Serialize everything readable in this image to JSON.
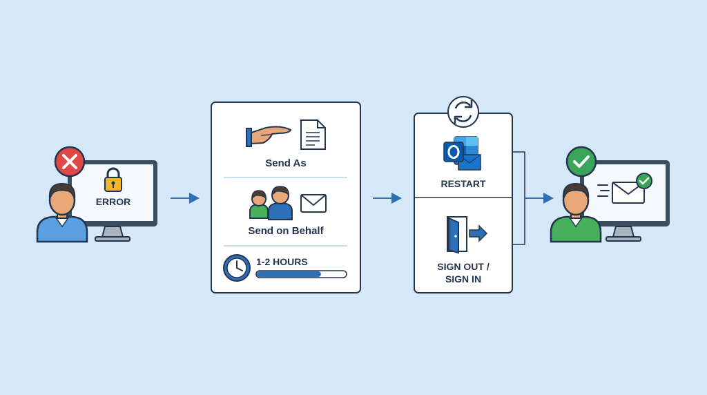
{
  "error_stage": {
    "screen_label": "ERROR"
  },
  "permissions_panel": {
    "send_as_label": "Send As",
    "send_on_behalf_label": "Send on Behalf",
    "wait_label": "1-2 HOURS",
    "wait_progress": 0.72
  },
  "refresh_panel": {
    "restart_label": "RESTART",
    "signout_line1": "SIGN OUT /",
    "signout_line2": "SIGN IN"
  },
  "colors": {
    "background": "#d4e8f8",
    "accent_blue": "#2e6fb8",
    "outline": "#22344e",
    "error_red": "#e04848",
    "success_green": "#3aa55a",
    "lock_gold": "#f2b530",
    "skin": "#e8a878",
    "hair": "#4a3e34",
    "user_blue": "#5aa0e0",
    "user_green": "#46b05a"
  },
  "icons": {
    "error_badge": "x-circle-icon",
    "lock": "padlock-icon",
    "hand": "hand-icon",
    "document": "document-icon",
    "users": "two-users-icon",
    "envelope": "envelope-icon",
    "clock": "clock-icon",
    "refresh": "refresh-cycle-icon",
    "outlook": "outlook-logo-icon",
    "sign_out": "door-exit-icon",
    "success_badge": "check-circle-icon",
    "mail_sent": "mail-sent-check-icon"
  }
}
